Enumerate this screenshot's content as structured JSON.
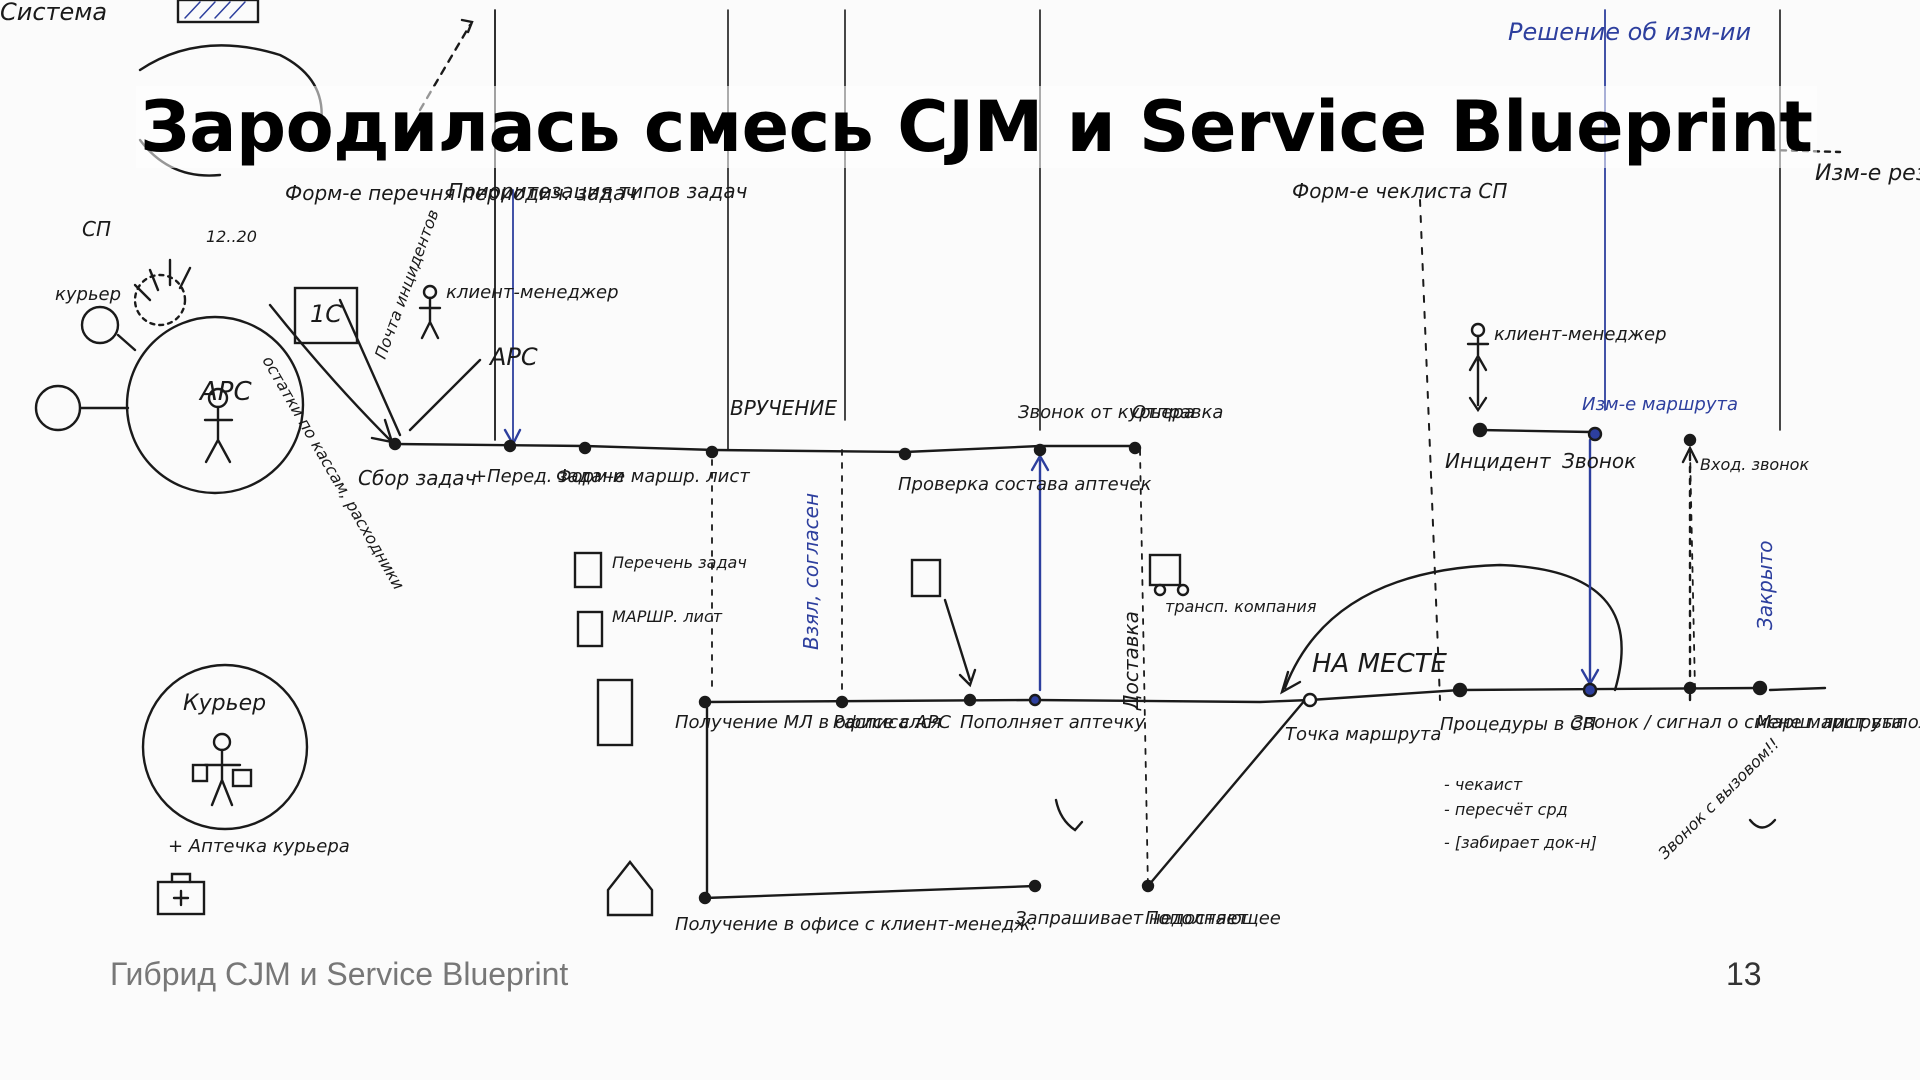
{
  "slide": {
    "title": "Зародилась смесь CJM и Service Blueprint",
    "footer": "Гибрид CJM и Service Blueprint",
    "page_number": "13"
  },
  "diagram": {
    "top_labels": {
      "system": "Система",
      "decision": "Решение об изм-ии",
      "reservation": "Изм-е резервов времени курьеров"
    },
    "left_cluster": {
      "apc": "АРС",
      "sp": "СП",
      "sp_range": "12..20",
      "courier_small": "курьер",
      "one_c": "1С",
      "client_manager": "клиент-менеджер",
      "apc2": "АРС",
      "remains": "остатки по кассам, расходники",
      "incident_mail": "Почта инцидентов"
    },
    "upper_notes": {
      "form_periodic": "Форм-е перечня периодич. задач",
      "prioritization": "Приоритезация типов задач",
      "form_checklist": "Форм-е чеклиста СП",
      "client_manager_right": "клиент-менеджер"
    },
    "line1": {
      "collect": "Сбор задач",
      "transfer": "+Перед. задачи",
      "route_form": "Форм-е маршр. лист",
      "handover": "ВРУЧЕНИЕ",
      "check": "Проверка состава аптечек",
      "call_courier": "Звонок от курьера",
      "dispatch": "Отправка",
      "incident": "Инцидент",
      "call": "Звонок",
      "entry_call": "Вход. звонок",
      "route_change": "Изм-е маршрута"
    },
    "docs": {
      "task_list": "Перечень задач",
      "route_sheet": "МАРШР. лист",
      "transport": "трансп. компания"
    },
    "vertical": {
      "took_agreed": "Взял, согласен",
      "delivery": "Доставка",
      "closed": "Закрыто"
    },
    "line2": {
      "receive_ml": "Получение МЛ в офисе с АРС",
      "sign": "Расписался",
      "refill": "Пополняет аптечку",
      "on_site": "НА МЕСТЕ",
      "route_point": "Точка маршрута",
      "procedures": "Процедуры в СП",
      "proc_1": "- чекаист",
      "proc_2": "- пересчёт срд",
      "proc_3": "- [забирает док-н]",
      "call_change": "Звонок / сигнал о смене маршрута",
      "route_done": "Марш. лист выполнен",
      "call_recall": "Звонок с вызовом!!"
    },
    "courier_box": {
      "courier": "Курьер",
      "kit": "+ Аптечка курьера"
    },
    "line3": {
      "receive_office": "Получение в офисе с клиент-менедж.",
      "requests": "Запрашивает недостающее",
      "refills": "Пополняет"
    }
  },
  "colors": {
    "ink": "#1a1a1a",
    "blue_ink": "#2d3f9e",
    "title": "#000000",
    "footer": "#777777",
    "paper": "#fbfbfb"
  }
}
